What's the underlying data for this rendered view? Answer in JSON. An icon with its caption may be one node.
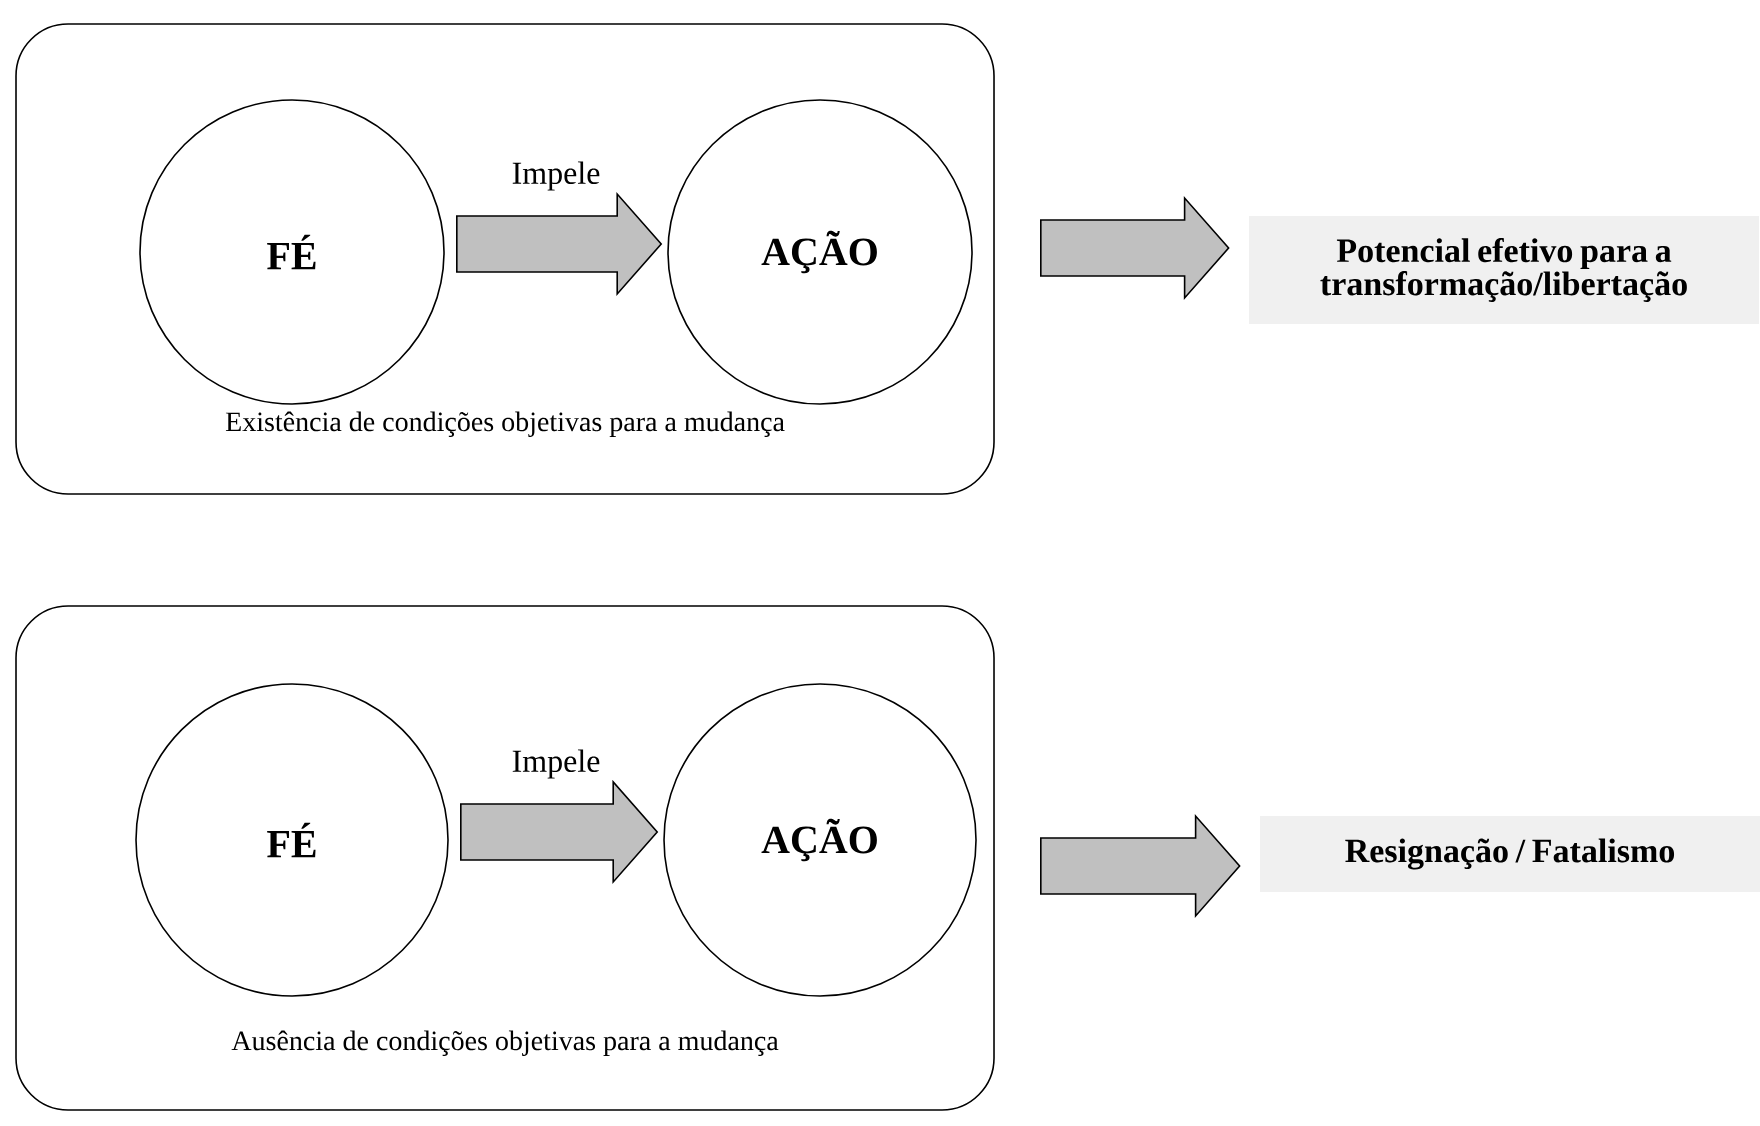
{
  "diagram": {
    "nodes": [
      {
        "text": [
          "Existência de condições objetivas para a mudança"
        ]
      },
      {
        "text": [
          "FÉ"
        ],
        "in": 0
      },
      {
        "text": [
          "AÇÃO"
        ],
        "in": 0
      },
      {
        "text": [
          "Potencial efetivo para a transformação/libertação"
        ]
      },
      {
        "text": [
          "Ausência de condições objetivas para a mudança"
        ]
      },
      {
        "text": [
          "FÉ"
        ],
        "in": 4
      },
      {
        "text": [
          "AÇÃO"
        ],
        "in": 4
      },
      {
        "text": [
          "Resignação / Fatalismo"
        ]
      }
    ],
    "edges": [
      {
        "from": 1,
        "to": 2,
        "arrow": "to",
        "label": "Impele"
      },
      {
        "from": 0,
        "to": 3,
        "arrow": "to"
      },
      {
        "from": 5,
        "to": 6,
        "arrow": "to",
        "label": "Impele"
      },
      {
        "from": 4,
        "to": 7,
        "arrow": "to"
      }
    ]
  }
}
